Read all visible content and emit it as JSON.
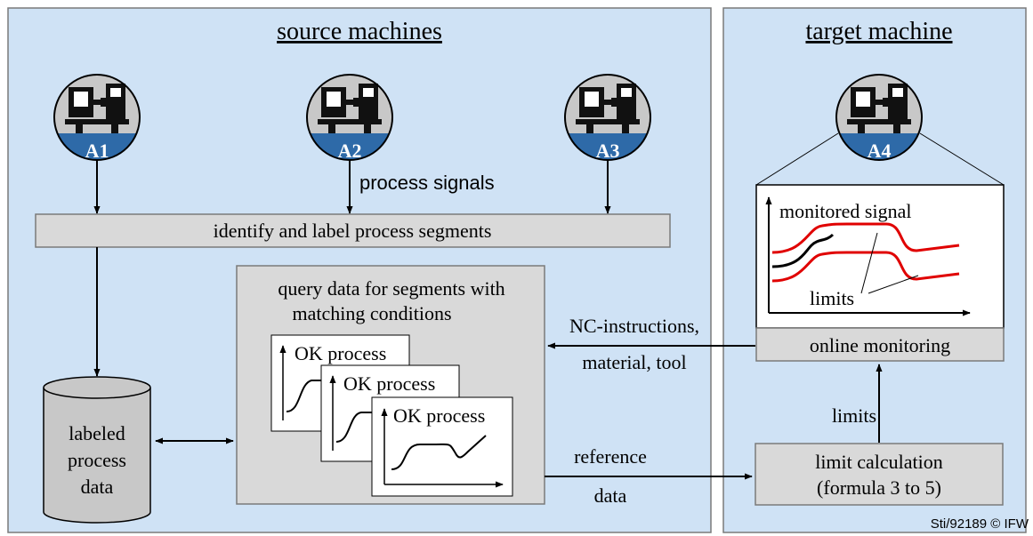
{
  "panels": {
    "source_title": "source machines",
    "target_title": "target machine"
  },
  "machines": [
    {
      "label": "A1"
    },
    {
      "label": "A2"
    },
    {
      "label": "A3"
    },
    {
      "label": "A4"
    }
  ],
  "labels": {
    "process_signals": "process signals",
    "identify_segments": "identify and label process segments",
    "query_line1": "query data for segments with",
    "query_line2": "matching conditions",
    "ok_process": "OK process",
    "database_line1": "labeled",
    "database_line2": "process",
    "database_line3": "data",
    "nc_line1": "NC-instructions,",
    "nc_line2": "material, tool",
    "reference_line1": "reference",
    "reference_line2": "data",
    "monitored_signal": "monitored signal",
    "limits_inner": "limits",
    "online_monitoring": "online monitoring",
    "limits_arrow": "limits",
    "limit_calc_line1": "limit calculation",
    "limit_calc_line2": "(formula 3 to 5)",
    "credit": "Sti/92189 © IFW"
  },
  "colors": {
    "panel_fill": "#cfe2f5",
    "box_fill": "#d9d9d9",
    "machine_band": "#2e6aa8",
    "signal_red": "#e00000"
  }
}
